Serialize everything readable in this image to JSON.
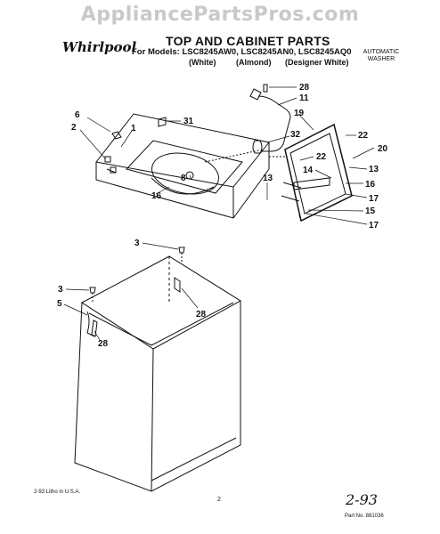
{
  "watermark": "AppliancePartsPros.com",
  "brand": "Whirlpool",
  "title": "TOP AND CABINET PARTS",
  "models_line": "For Models: LSC8245AW0, LSC8245AN0, LSC8245AQ0",
  "colors": [
    "(White)",
    "(Almond)",
    "(Designer White)"
  ],
  "appliance_type": [
    "AUTOMATIC",
    "WASHER"
  ],
  "callouts": [
    "28",
    "11",
    "6",
    "31",
    "1",
    "2",
    "19",
    "32",
    "22",
    "20",
    "22",
    "13",
    "14",
    "8",
    "16",
    "13",
    "16",
    "17",
    "15",
    "17",
    "3",
    "3",
    "28",
    "5",
    "28"
  ],
  "footer": {
    "print_note": "2-93 Litho in U.S.A.",
    "page_number": "2",
    "handwritten_date": "2-93",
    "part_number": "Part No. 881036"
  }
}
